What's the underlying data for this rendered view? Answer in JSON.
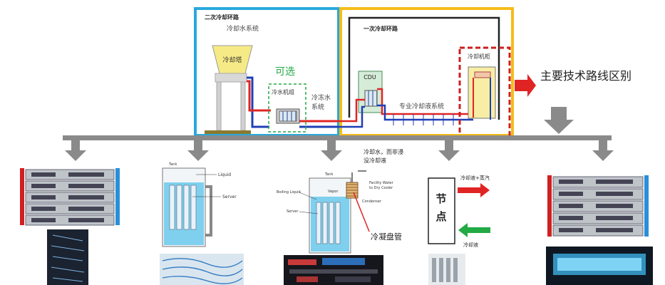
{
  "top_right_mark": "",
  "secondary_loop": {
    "title": "二次冷却环路",
    "cooling_water_system": "冷却水系统",
    "cooling_tower": "冷却塔",
    "optional": "可选",
    "chiller": "冷水机组",
    "chilled_water_system": [
      "冷冻水",
      "系统"
    ]
  },
  "primary_loop": {
    "title": "一次冷却环路",
    "cdu": "CDU",
    "dedicated_coolant_system": "专业冷却液系统",
    "cooling_cabinet": "冷却机柜"
  },
  "main_route_label": "主要技术路线区别",
  "tank1": {
    "tank": "Tank",
    "liquid": "Liquid",
    "server": "Server"
  },
  "tank2": {
    "callout": [
      "冷却水，而非浸",
      "没冷却液"
    ],
    "tank": "Tank",
    "vapor": "Vapor",
    "boiling_liquid": "Boiling Liquid",
    "server": "Server",
    "facility_water": [
      "Facility Water",
      "to Dry Cooler"
    ],
    "condenser": "Condenser",
    "coil_label": "冷凝盘管"
  },
  "node": {
    "label_line1": "节",
    "label_line2": "点",
    "out_label": "冷却液+蒸汽",
    "in_label": "冷却液"
  },
  "colors": {
    "secondary_box": "#29a8dc",
    "primary_box": "#f5bc1a",
    "hot_pipe": "#e02424",
    "cold_pipe": "#1f3fb5",
    "gray_bus": "#8a8a8a",
    "optional_green": "#22aa44",
    "cabinet_dash": "#cc1f1f"
  }
}
